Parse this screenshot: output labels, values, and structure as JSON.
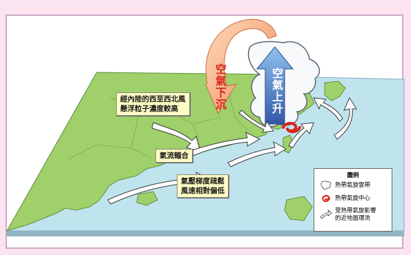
{
  "labels": {
    "northwest_wind": [
      "經內陸的西至西北風",
      "懸浮粒子濃度較高"
    ],
    "convergence": "氣流輻合",
    "weak_gradient": [
      "氣壓梯度疏鬆",
      "風速相對偏低"
    ],
    "air_sinking": "空氣下沉",
    "air_rising": "空氣上升"
  },
  "legend": {
    "title": "圖例",
    "items": [
      {
        "label": "熱帶氣旋雲帶",
        "icon": "cloud-icon"
      },
      {
        "label": "熱帶氣旋中心",
        "icon": "cyclone-center-icon"
      },
      {
        "label": "受熱帶氣旋影響的近地面環流",
        "label_lines": [
          "受熱帶氣旋影響",
          "的近地面環流"
        ],
        "icon": "airflow-arrow-icon"
      }
    ]
  },
  "colors": {
    "land": "#9fd06a",
    "sea": "#bfe4ee",
    "sinking_arrow": "#f2a37c",
    "rising_arrow": "#4d7fcf",
    "cyclone_center": "#d9261c",
    "label_bg": "#fffbc4"
  }
}
